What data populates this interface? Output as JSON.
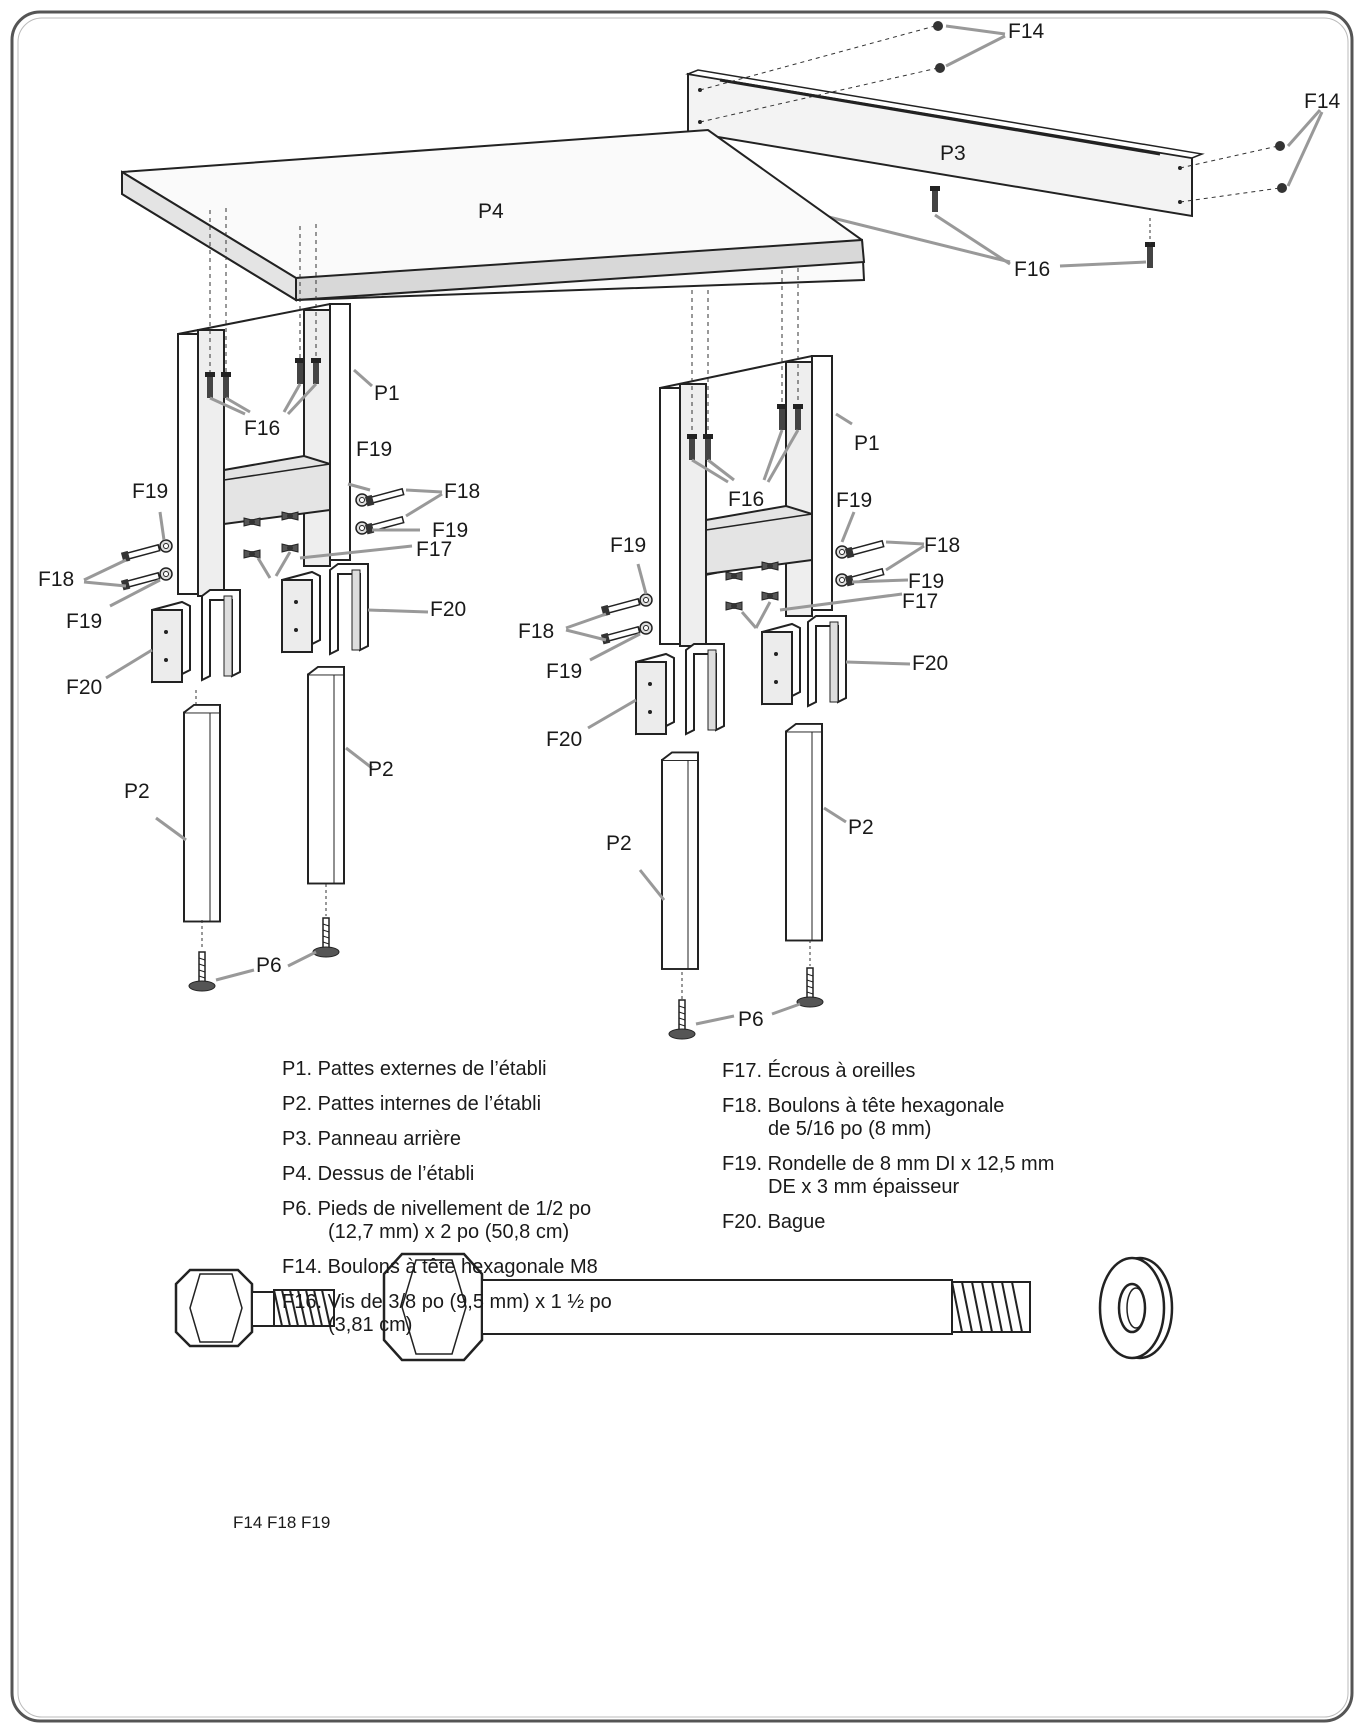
{
  "labels": {
    "f14a": "F14",
    "f14b": "F14",
    "p3": "P3",
    "f16_top": "F16",
    "p4": "P4",
    "left": {
      "p1": "P1",
      "f16": "F16",
      "f19_r_top": "F19",
      "f18_r": "F18",
      "f19_r_bot": "F19",
      "f17": "F17",
      "f19_l_top": "F19",
      "f18_l": "F18",
      "f19_l_bot": "F19",
      "f20_r": "F20",
      "f20_l": "F20",
      "p2_l": "P2",
      "p2_r": "P2",
      "p6": "P6"
    },
    "right": {
      "p1": "P1",
      "f16": "F16",
      "f19_r_top": "F19",
      "f18_r": "F18",
      "f19_r_bot": "F19",
      "f17": "F17",
      "f19_l_top": "F19",
      "f18_l": "F18",
      "f19_l_bot": "F19",
      "f20_r": "F20",
      "f20_l": "F20",
      "p2_l": "P2",
      "p2_r": "P2",
      "p6": "P6"
    }
  },
  "legend_left": [
    {
      "line1": "P1. Pattes externes de l’établi"
    },
    {
      "line1": "P2. Pattes internes de l’établi"
    },
    {
      "line1": "P3. Panneau arrière"
    },
    {
      "line1": "P4. Dessus de l’établi"
    },
    {
      "line1": "P6. Pieds de nivellement de 1/2 po",
      "line2": "(12,7 mm) x 2 po (50,8 cm)"
    },
    {
      "line1": "F14.  Boulons à tête hexagonale M8"
    },
    {
      "line1": "F16. Vis de 3/8 po (9,5 mm) x 1 ½ po",
      "line2": "(3,81 cm)"
    }
  ],
  "legend_right": [
    {
      "line1": "F17. Écrous à oreilles"
    },
    {
      "line1": "F18. Boulons à tête hexagonale",
      "line2": "de 5/16 po (8 mm)"
    },
    {
      "line1": "F19. Rondelle de 8 mm DI x 12,5 mm",
      "line2": "DE x 3 mm épaisseur"
    },
    {
      "line1": "F20. Bague"
    }
  ],
  "caption": "F14 F18 F19",
  "colors": {
    "stroke": "#222222",
    "frame": "#555555",
    "shade": "#d6d6d6",
    "panel": "#ececec"
  }
}
